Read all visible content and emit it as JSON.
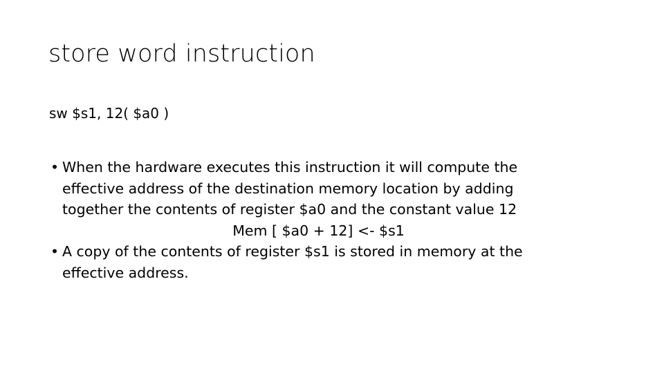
{
  "slide": {
    "title": "store word instruction",
    "code_line": "sw $s1, 12( $a0 )",
    "bullet_glyph": "•",
    "bullets": [
      {
        "text": "When the hardware executes this instruction it will compute the effective address of the destination memory location by adding together the contents of register $a0 and the constant value 12"
      },
      {
        "text": "A copy of the contents of register $s1 is stored in memory at the effective address."
      }
    ],
    "formula": "Mem [ $a0 + 12] <- $s1",
    "colors": {
      "background": "#ffffff",
      "text": "#000000"
    }
  }
}
